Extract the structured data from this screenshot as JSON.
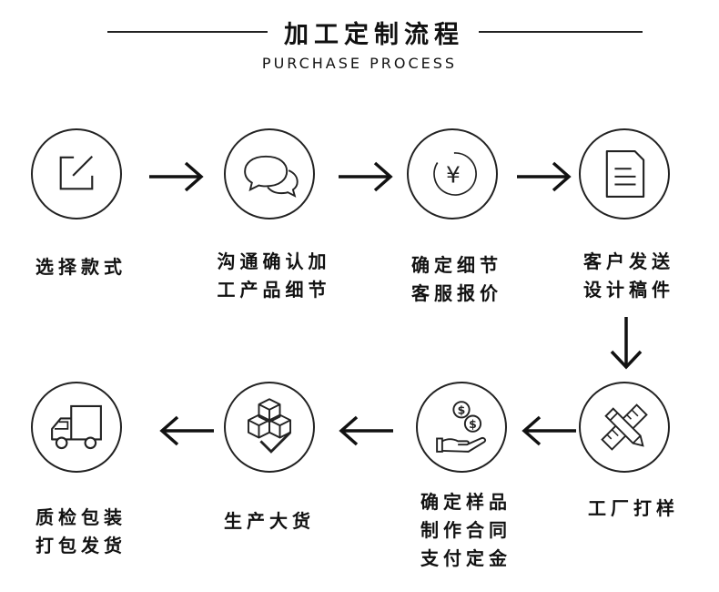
{
  "header": {
    "title": "加工定制流程",
    "subtitle": "PURCHASE PROCESS"
  },
  "steps": [
    {
      "icon": "edit-icon",
      "lines": [
        "选择款式"
      ]
    },
    {
      "icon": "chat-bubbles-icon",
      "lines": [
        "沟通确认加",
        "工产品细节"
      ]
    },
    {
      "icon": "yen-icon",
      "lines": [
        "确定细节",
        "客服报价"
      ]
    },
    {
      "icon": "document-icon",
      "lines": [
        "客户发送",
        "设计稿件"
      ]
    },
    {
      "icon": "ruler-pencil-icon",
      "lines": [
        "工厂打样"
      ]
    },
    {
      "icon": "payment-hand-icon",
      "lines": [
        "确定样品",
        "制作合同",
        "支付定金"
      ]
    },
    {
      "icon": "package-check-icon",
      "lines": [
        "生产大货"
      ]
    },
    {
      "icon": "delivery-truck-icon",
      "lines": [
        "质检包装",
        "打包发货"
      ]
    }
  ],
  "yen_symbol": "¥",
  "colors": {
    "stroke": "#222222",
    "text": "#111111",
    "background": "#ffffff"
  }
}
